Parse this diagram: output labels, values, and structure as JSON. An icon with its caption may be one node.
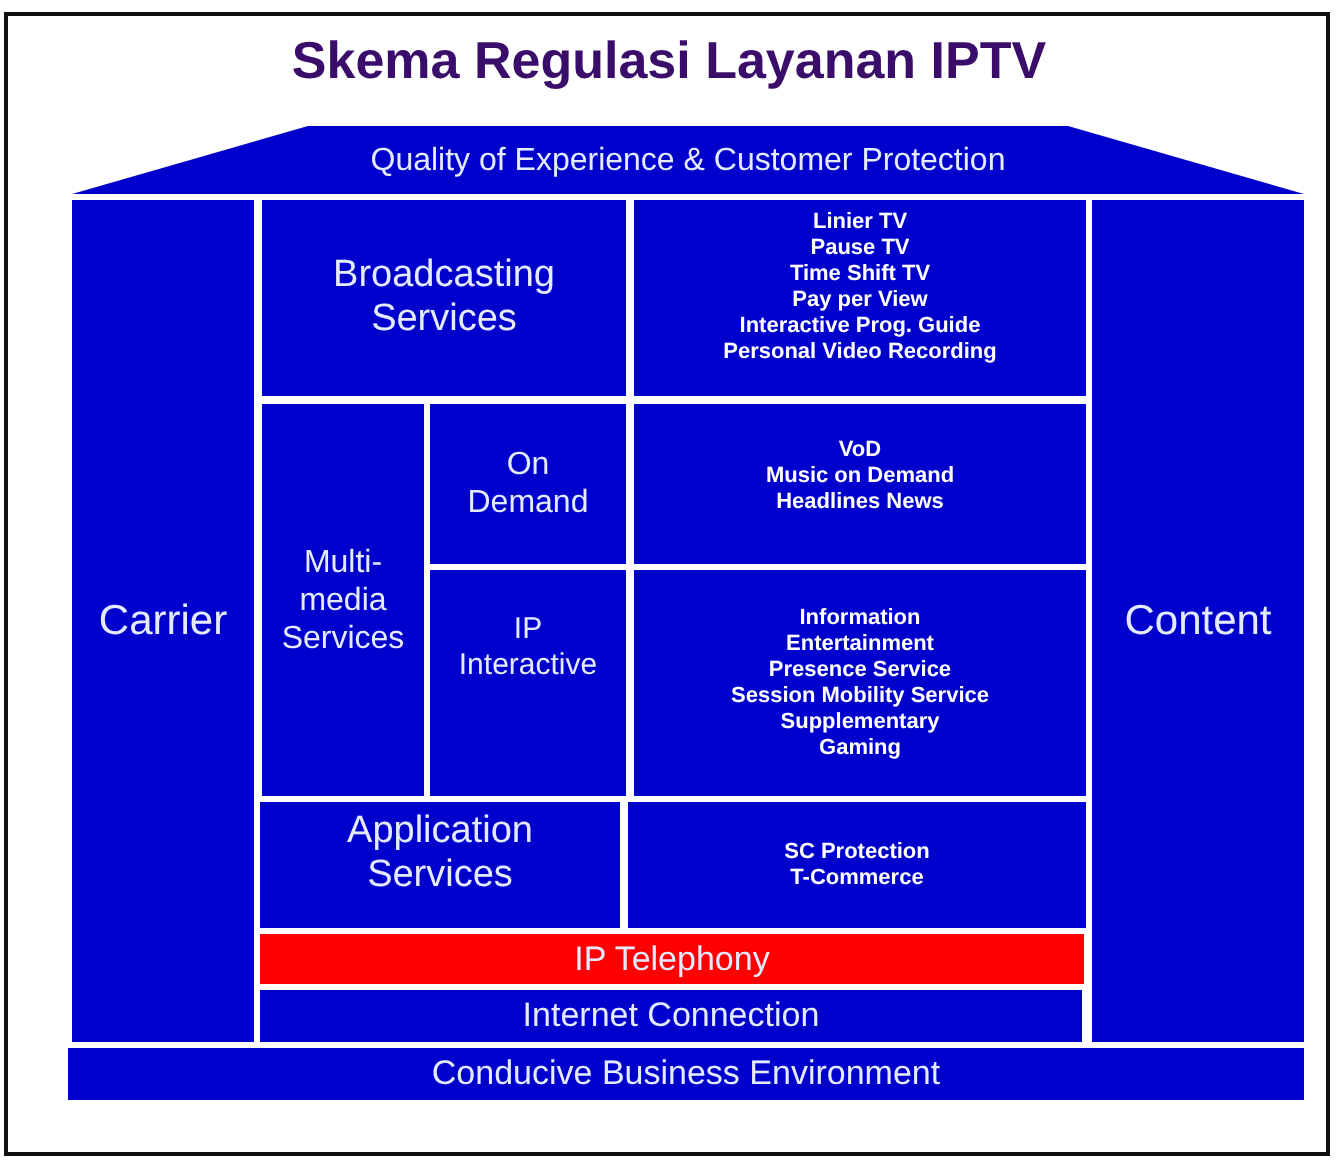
{
  "diagram": {
    "title": "Skema Regulasi Layanan IPTV",
    "nodes": [
      {
        "text": [
          "Quality of Experience & Customer Protection"
        ]
      },
      {
        "text": [
          "Carrier"
        ]
      },
      {
        "text": [
          "Broadcasting Services"
        ]
      },
      {
        "text": [
          "Linier TV",
          "Pause TV",
          "Time Shift TV",
          "Pay per View",
          "Interactive Prog. Guide",
          "Personal Video Recording"
        ]
      },
      {
        "text": [
          "Content"
        ]
      },
      {
        "text": [
          "Multi-media Services"
        ]
      },
      {
        "text": [
          "On Demand"
        ]
      },
      {
        "text": [
          "VoD",
          "Music on Demand",
          "Headlines News"
        ]
      },
      {
        "text": [
          "IP Interactive"
        ]
      },
      {
        "text": [
          "Information",
          "Entertainment",
          "Presence Service",
          "Session Mobility Service",
          "Supplementary",
          "Gaming"
        ]
      },
      {
        "text": [
          "Application Services"
        ]
      },
      {
        "text": [
          "SC Protection",
          "T-Commerce"
        ]
      },
      {
        "text": [
          "IP Telephony"
        ]
      },
      {
        "text": [
          "Internet Connection"
        ]
      },
      {
        "text": [
          "Conducive Business Environment"
        ]
      }
    ]
  }
}
